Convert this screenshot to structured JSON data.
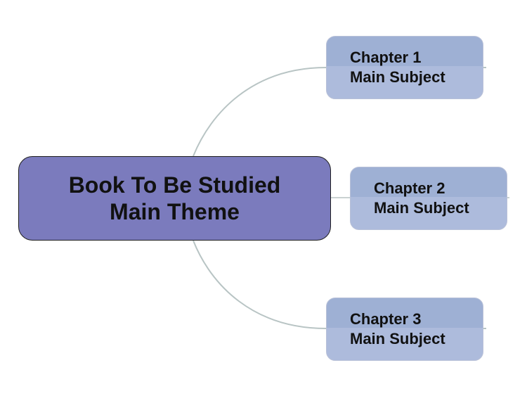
{
  "central_topic": {
    "line1": "Book To Be Studied",
    "line2": "Main Theme",
    "fill_color": "#7b7bbd"
  },
  "subtopics": [
    {
      "line1": "Chapter 1",
      "line2": "Main Subject"
    },
    {
      "line1": "Chapter 2",
      "line2": "Main Subject"
    },
    {
      "line1": "Chapter 3",
      "line2": "Main Subject"
    }
  ],
  "colors": {
    "subtopic_fill": "#a9b8da",
    "connector": "#b8c4c4"
  }
}
